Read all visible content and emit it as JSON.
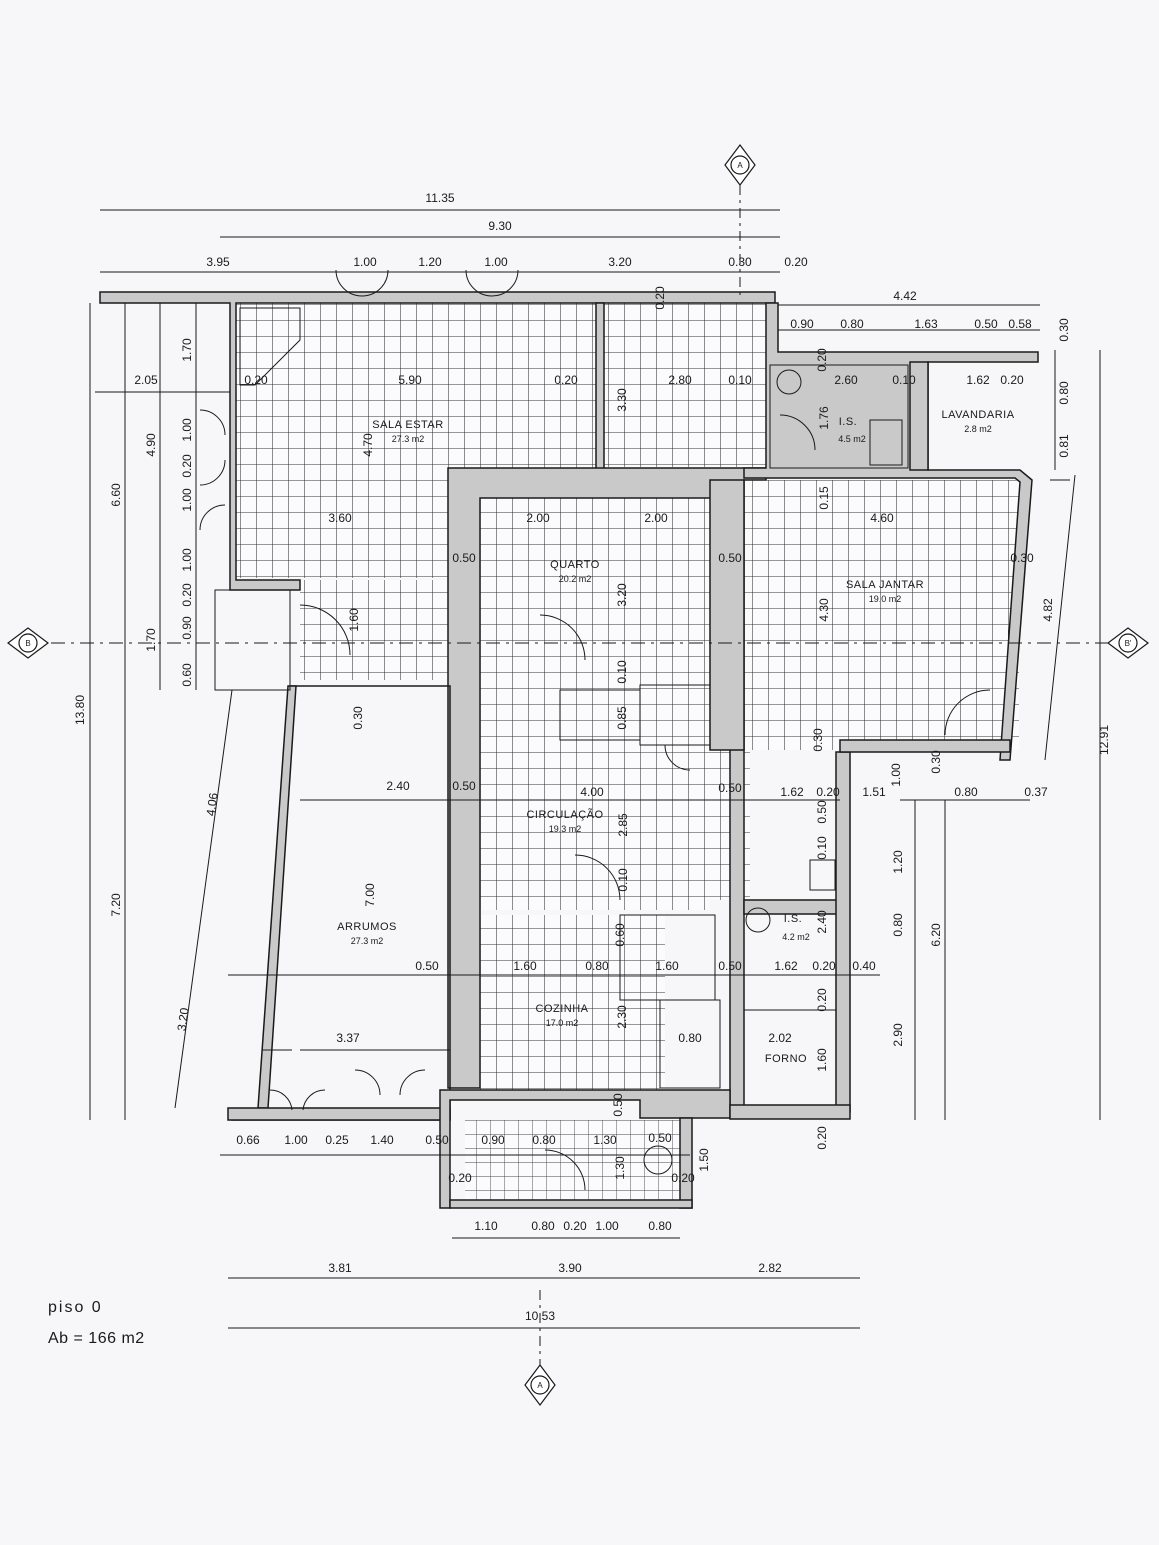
{
  "title": "piso 0",
  "area_total": "Ab = 166 m2",
  "section_marks": {
    "a_top": "A",
    "a_bottom": "A",
    "b_left": "B",
    "b_right": "B'"
  },
  "rooms": {
    "sala_estar": {
      "name": "SALA ESTAR",
      "area": "27.3 m2"
    },
    "quarto": {
      "name": "QUARTO",
      "area": "20.2 m2"
    },
    "sala_jantar": {
      "name": "SALA JANTAR",
      "area": "19.0 m2"
    },
    "circulacao": {
      "name": "CIRCULAÇÃO",
      "area": "19.3 m2"
    },
    "arrumos": {
      "name": "ARRUMOS",
      "area": "27.3 m2"
    },
    "cozinha": {
      "name": "COZINHA",
      "area": "17.0 m2"
    },
    "ws_top": {
      "name": "I.S.",
      "area": "4.5 m2"
    },
    "lavandaria": {
      "name": "LAVANDARIA",
      "area": "2.8 m2"
    },
    "ws_mid": {
      "name": "I.S.",
      "area": "4.2 m2"
    },
    "forno": {
      "name": "FORNO",
      "area": ""
    }
  },
  "dims": {
    "top_total": "11.35",
    "top_930": "9.30",
    "t_395": "3.95",
    "t_100a": "1.00",
    "t_120": "1.20",
    "t_100b": "1.00",
    "t_320": "3.20",
    "t_030": "0.30",
    "t_020": "0.20",
    "r_442": "4.42",
    "r_090": "0.90",
    "r_080": "0.80",
    "r_163": "1.63",
    "r_050": "0.50",
    "r_058": "0.58",
    "r_030": "0.30",
    "r_080b": "0.80",
    "r_081": "0.81",
    "r_482": "4.82",
    "r_1291": "12.91",
    "left_1380": "13.80",
    "left_660": "6.60",
    "left_720": "7.20",
    "left_490": "4.90",
    "left_170a": "1.70",
    "left_205": "2.05",
    "left_100a": "1.00",
    "left_020a": "0.20",
    "left_100b": "1.00",
    "left_100c": "1.00",
    "left_020b": "0.20",
    "left_090": "0.90",
    "left_060": "0.60",
    "left_170b": "1.70",
    "diag_406": "4.06",
    "diag_320": "3.20",
    "se_020a": "0.20",
    "se_590": "5.90",
    "se_020b": "0.20",
    "se_470": "4.70",
    "se_360": "3.60",
    "se_160": "1.60",
    "q_200a": "2.00",
    "q_200b": "2.00",
    "q_050a": "0.50",
    "q_050b": "0.50",
    "q_320": "3.20",
    "q_010": "0.10",
    "q_085": "0.85",
    "top_020": "0.20",
    "top_330": "3.30",
    "top_280": "2.80",
    "top_010": "0.10",
    "is_260": "2.60",
    "is_010": "0.10",
    "is_176": "1.76",
    "is_020": "0.20",
    "lav_162": "1.62",
    "lav_020": "0.20",
    "sj_015": "0.15",
    "sj_460": "4.60",
    "sj_030": "0.30",
    "sj_430": "4.30",
    "ar_030": "0.30",
    "ar_240": "2.40",
    "ar_700": "7.00",
    "ar_050": "0.50",
    "ar_337": "3.37",
    "c_050": "0.50",
    "c_400": "4.00",
    "c_285": "2.85",
    "c_010": "0.10",
    "c_050b": "0.50",
    "k_160a": "1.60",
    "k_080": "0.80",
    "k_160b": "1.60",
    "k_060": "0.60",
    "k_230": "2.30",
    "k_050": "0.50",
    "w_162": "1.62",
    "w_020": "0.20",
    "w_151": "1.51",
    "w_050": "0.50",
    "w_010": "0.10",
    "w_240": "2.40",
    "w_162b": "1.62",
    "w_020b": "0.20",
    "w_040": "0.40",
    "sr_100": "1.00",
    "sr_030": "0.30",
    "sr_080": "0.80",
    "sr_037": "0.37",
    "sr_120": "1.20",
    "sr_080b": "0.80",
    "sr_620": "6.20",
    "sr_290": "2.90",
    "sr_130": "0.30",
    "f_080": "0.80",
    "f_202": "2.02",
    "f_160": "1.60",
    "f_020a": "0.20",
    "f_020b": "0.20",
    "b_066": "0.66",
    "b_100": "1.00",
    "b_025": "0.25",
    "b_140": "1.40",
    "b_050": "0.50",
    "b_090": "0.90",
    "b_080": "0.80",
    "b_130": "1.30",
    "b_050b": "0.50",
    "b_020": "0.20",
    "b_130b": "1.30",
    "b_020b": "0.20",
    "b_150": "1.50",
    "b_050c": "0.50",
    "bb_110": "1.10",
    "bb_080": "0.80",
    "bb_020": "0.20",
    "bb_100": "1.00",
    "bb_080b": "0.80",
    "bt_381": "3.81",
    "bt_390": "3.90",
    "bt_282": "2.82",
    "bt_1053": "10.53"
  },
  "colors": {
    "wall": "#c9c9c9",
    "wall_edge": "#1a1a1a",
    "paper": "#f7f7f9",
    "grid": "#3a3a3a"
  }
}
